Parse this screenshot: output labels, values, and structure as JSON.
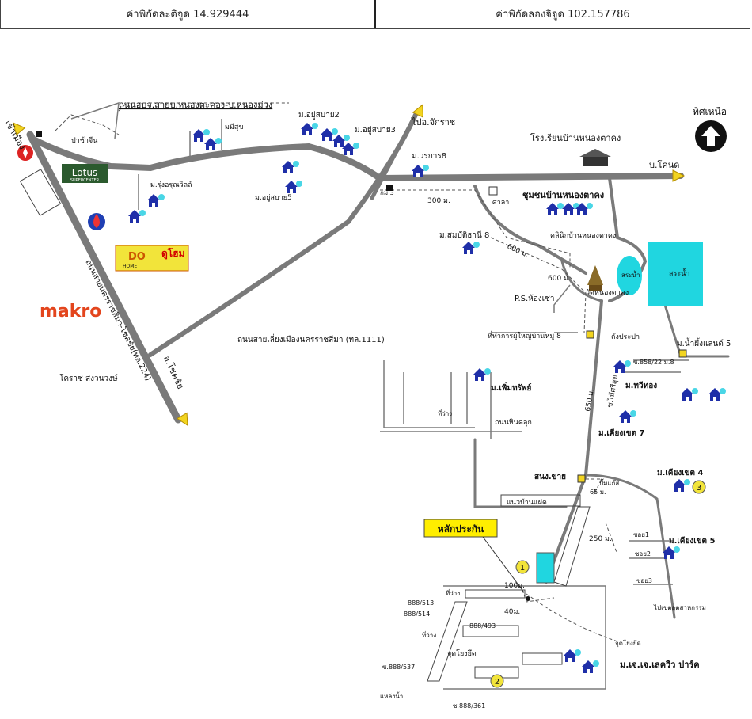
{
  "header": {
    "latitude": "ค่าพิกัดละติจูด 14.929444",
    "longitude": "ค่าพิกัดลองจิจูด 102.157786"
  },
  "map": {
    "north": "ทิศเหนือ",
    "road_top": "ถนนอบจ.สายบ.หนองตะคอง-บ.หนองม่วง",
    "to_muang": "เข้าเมือง",
    "to_chakkarat": "ไปอ.จักราช",
    "to_khon": "บ.โคนด",
    "to_chokchai": "อ.โชคชัย",
    "school": "โรงเรียนบ้านหนองตาคง",
    "lotus": "Lotus",
    "lotus_sub": "SUPERCENTER",
    "makro": "makro",
    "dohome_a": "DO",
    "dohome_b": "ดูโฮม",
    "dohome_c": "HOME",
    "pachin": "ป่าช้าจีน",
    "mamisuk": "มมีสุข",
    "yusabai2": "ม.อยู่สบาย2",
    "yusabai3": "ม.อยู่สบาย3",
    "yusabai5": "ม.อยู่สบาย5",
    "rungaroon": "ม.รุ่งอรุณวิลล์",
    "worakan8": "ม.วรการ8",
    "m3": "กม.3",
    "m300": "300 ม.",
    "sala": "ศาลา",
    "community": "ชุมชนบ้านหนองตาคง",
    "sombati8": "ม.สมบัติธานี 8",
    "clinic": "คลินิกบ้านหนองตาคง",
    "m600a": "600 ม.",
    "m600b": "600 ม.",
    "pond1": "สระน้ำ",
    "pond2": "สระน้ำ",
    "temple": "วัดหนองตาคง",
    "ps": "P.S.ห้องเช่า",
    "headman": "ที่ทำการผู้ใหญ่บ้านหมู่ 8",
    "watertank": "ถังประปา",
    "namphueng": "ม.น้ำผึ้งแลนด์ 5",
    "soi858": "ซ.858/22 ม.8",
    "taweethong": "ม.ทวีทอง",
    "ring_road": "ถนนสายเลี่ยงเมืองนครราชสีมา (ทล.1111)",
    "hwy224": "ถนนสายนครราชสีมา-โชคชัย(ทล.224)",
    "korat": "โคราช สงวนวงษ์",
    "ptsap": "ม.เพิ่มทรัพย์",
    "vacant1": "ที่ว่าง",
    "dirt_road": "ถนนหินคลุก",
    "m650": "650 ม.",
    "soi_maisrisuk": "ซ.ไม้ศรีสุข",
    "kiangkhet7": "ม.เคียงเขต 7",
    "kiangkhet4": "ม.เคียงเขต 4",
    "kiangkhet5": "ม.เคียงเขต 5",
    "snongkhai": "สนง.ขาย",
    "gas": "ปั๊มแก๊ส",
    "m65": "65 ม.",
    "canal": "แนวบ้านแผ่ด",
    "guarantee": "หลักประกัน",
    "m250": "250 ม.",
    "soi1": "ซอย1",
    "soi2": "ซอย2",
    "soi3": "ซอย3",
    "to_industrial": "ไปเขตอุตสาหกรรม",
    "m100": "100ม.",
    "m40": "40ม.",
    "n513": "888/513",
    "n514": "888/514",
    "n493": "888/493",
    "vacant2": "ที่ว่าง",
    "vacant3": "ที่ว่าง",
    "jutyoyud1": "จุดโยงยึด",
    "jutyoyud2": "จุดโยงยึด",
    "soi537": "ซ.888/537",
    "drain": "แหล่งน้ำ",
    "soi361": "ซ.888/361",
    "jjlakeview": "ม.เจ.เจ.เลควิว ปาร์ค",
    "n1": "1",
    "n2": "2",
    "n3": "3"
  },
  "colors": {
    "road": "#7a7a7a",
    "house": "#1f2fa8",
    "roof": "#49d6e6",
    "pond": "#20d6e0",
    "arrow": "#f2d420",
    "guarantee_box": "#ffee00"
  }
}
